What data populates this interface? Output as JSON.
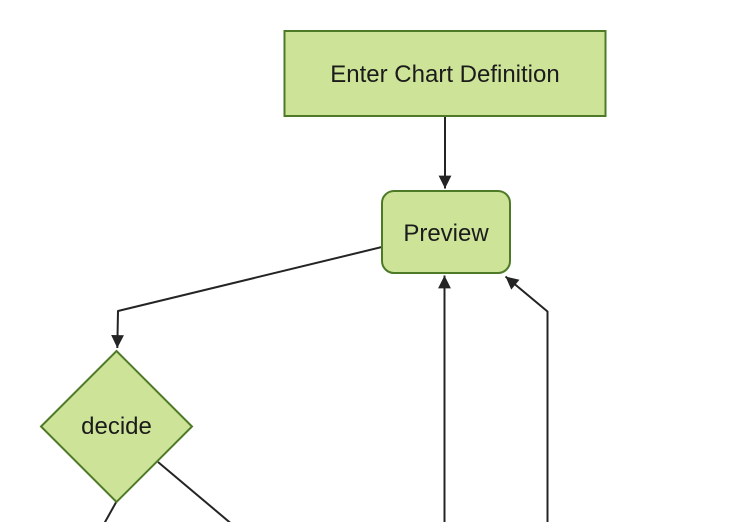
{
  "diagram": {
    "type": "flowchart",
    "direction": "top-down",
    "colors": {
      "background": "#ffffff",
      "node_fill": "#cde498",
      "node_border": "#4e7a28",
      "edge": "#242424",
      "label": "#1b1b1b"
    },
    "nodes": [
      {
        "id": "A",
        "label": "Enter Chart Definition",
        "shape": "rectangle"
      },
      {
        "id": "B",
        "label": "Preview",
        "shape": "rounded-rectangle"
      },
      {
        "id": "C",
        "label": "decide",
        "shape": "diamond"
      }
    ],
    "edges": [
      {
        "from": "A",
        "to": "B",
        "arrowhead": true
      },
      {
        "from": "B",
        "to": "C",
        "arrowhead": true
      },
      {
        "from": "C",
        "to": "offscreen-bottom-left",
        "arrowhead": false
      },
      {
        "from": "C",
        "to": "offscreen-bottom-right",
        "arrowhead": false
      },
      {
        "from": "offscreen-bottom",
        "to": "B",
        "arrowhead": true
      },
      {
        "from": "offscreen-bottom-right",
        "to": "B",
        "arrowhead": true
      }
    ]
  }
}
